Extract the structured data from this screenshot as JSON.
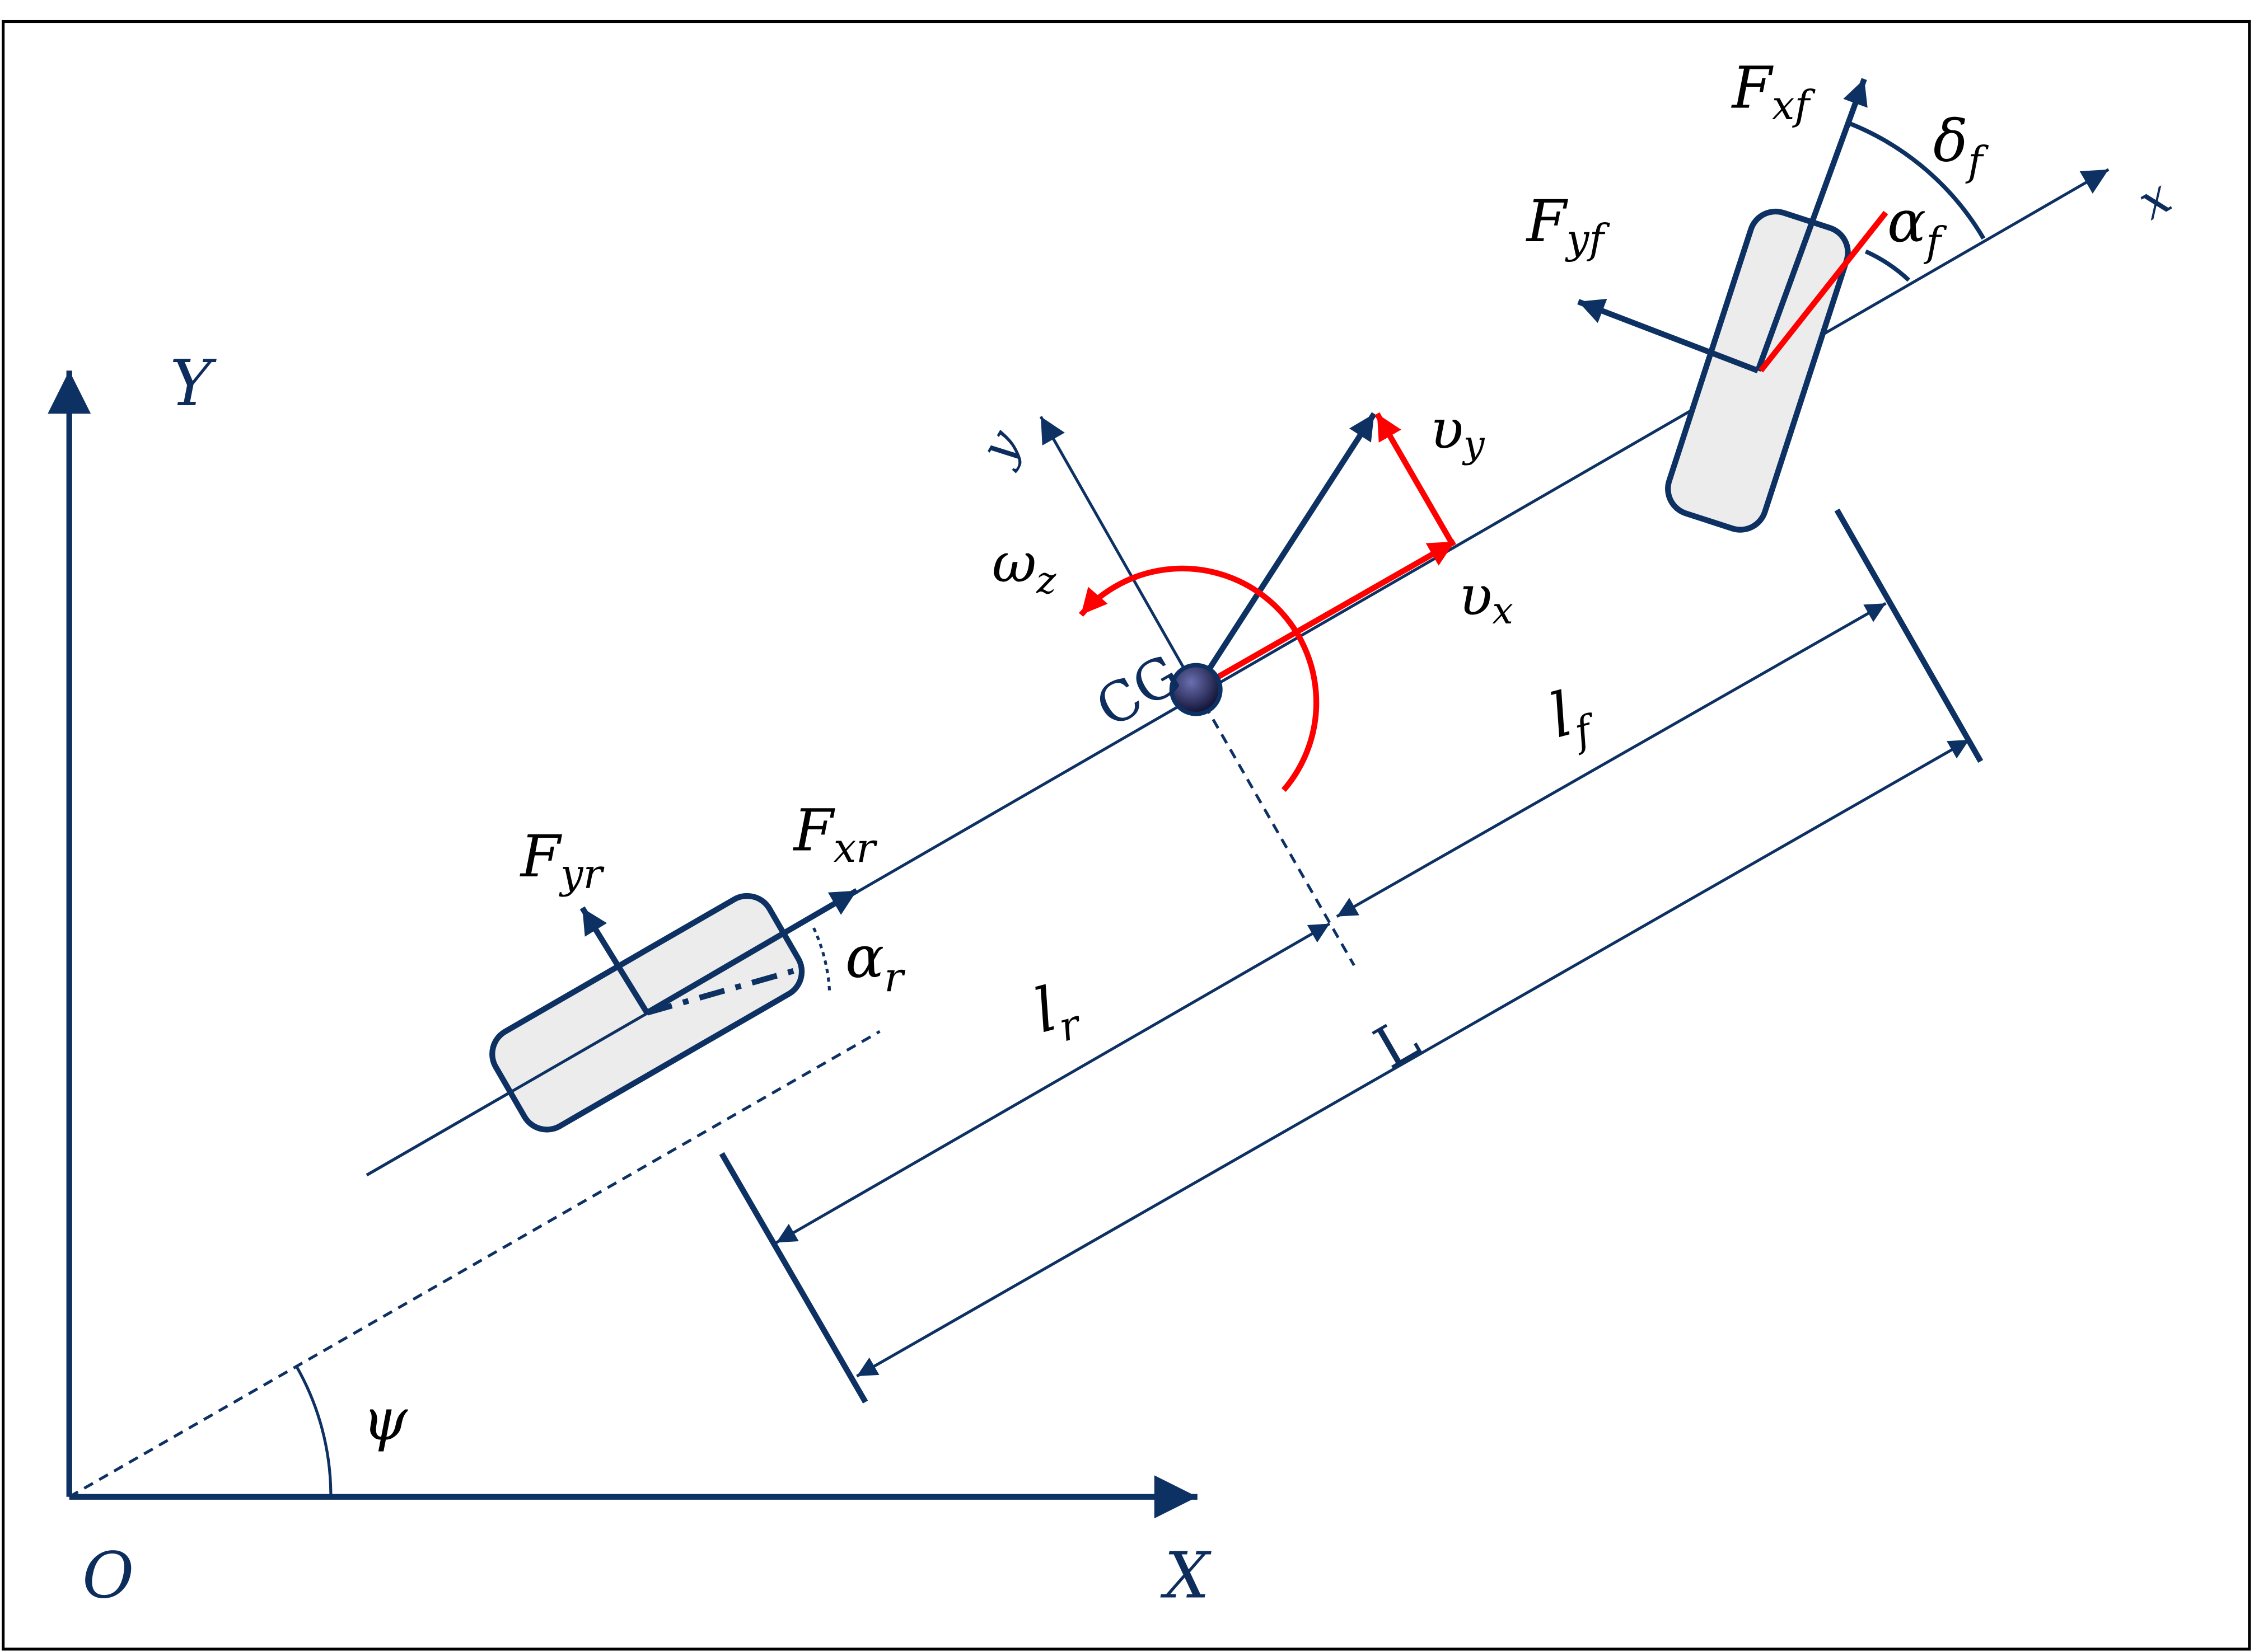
{
  "diagram": {
    "title": "Vehicle bicycle model",
    "colors": {
      "primary": "#0d3163",
      "velocity": "#ff0000",
      "wheel_fill": "#ececec"
    },
    "global_axes": {
      "y_label": "Y",
      "x_label": "X",
      "origin_label": "O",
      "yaw_angle": "ψ"
    },
    "body_axes": {
      "x_label": "x",
      "y_label": "y",
      "cg_label": "CG"
    },
    "velocities": {
      "vx": "υ",
      "vx_sub": "x",
      "vy": "υ",
      "vy_sub": "y",
      "omega": "ω",
      "omega_sub": "z"
    },
    "front_wheel": {
      "fx": "F",
      "fx_sub": "xf",
      "fy": "F",
      "fy_sub": "yf",
      "delta": "δ",
      "delta_sub": "f",
      "alpha": "α",
      "alpha_sub": "f"
    },
    "rear_wheel": {
      "fx": "F",
      "fx_sub": "xr",
      "fy": "F",
      "fy_sub": "yr",
      "alpha": "α",
      "alpha_sub": "r"
    },
    "dimensions": {
      "lf": "l",
      "lf_sub": "f",
      "lr": "l",
      "lr_sub": "r",
      "wheelbase": "L"
    }
  }
}
